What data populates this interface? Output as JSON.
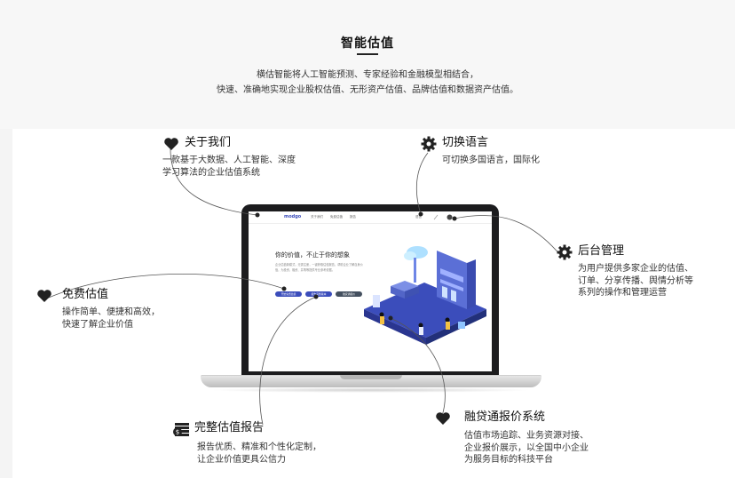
{
  "header": {
    "title": "智能估值",
    "subtitle_line1": "横估智能将人工智能预测、专家经验和金融模型相结合，",
    "subtitle_line2": "快速、准确地实现企业股权估值、无形资产估值、品牌估值和数据资产估值。"
  },
  "features": {
    "about": {
      "icon": "heart-icon",
      "title": "关于我们",
      "desc1": "一款基于大数据、人工智能、深度",
      "desc2": "学习算法的企业估值系统"
    },
    "language": {
      "icon": "gear-icon",
      "title": "切换语言",
      "desc1": "可切换多国语言，国际化"
    },
    "admin": {
      "icon": "gear-icon",
      "title": "后台管理",
      "desc1": "为用户提供多家企业的估值、",
      "desc2": "订单、分享传播、舆情分析等",
      "desc3": "系列的操作和管理运营"
    },
    "free": {
      "icon": "heart-icon",
      "title": "免费估值",
      "desc1": "操作简单、便捷和高效，",
      "desc2": "快速了解企业价值"
    },
    "report": {
      "icon": "money-stack-icon",
      "title": "完整估值报告",
      "desc1": "报告优质、精准和个性化定制，",
      "desc2": "让企业价值更具公信力"
    },
    "quote": {
      "icon": "heart-icon",
      "title": "融贷通报价系统",
      "desc1": "估值市场追踪、业务资源对接、",
      "desc2": "企业报价展示，以全国中小企业",
      "desc3": "为服务目标的科技平台"
    }
  },
  "screen": {
    "logo": "modgo",
    "nav_items": [
      "关于我们",
      "免费估值",
      "报告"
    ],
    "lang_label": "语言",
    "hero_title": "你的价值，不止于你的想象",
    "hero_text": "企业估值新模式，无需注册，一键获取估值报告，帮助企业了解自身价值，为投资、融资、并购等提供专业参考依据。",
    "buttons": [
      "开始免费估值",
      "报告完整版本",
      "融贷通报价"
    ]
  },
  "colors": {
    "accent": "#3b4dbb",
    "text": "#222222",
    "bezel": "#1c1c1e"
  }
}
